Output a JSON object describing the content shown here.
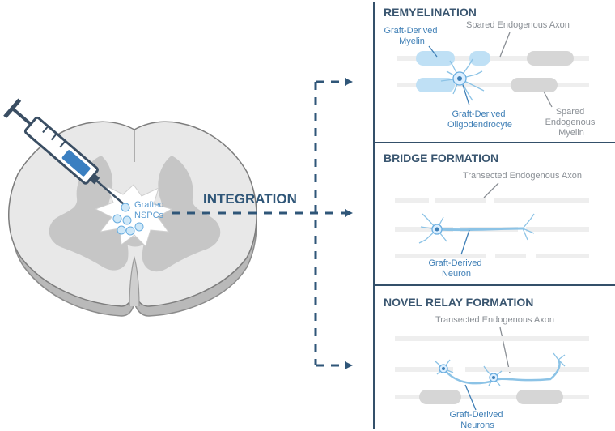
{
  "colors": {
    "title": "#3a5670",
    "arrow": "#2f5678",
    "graft_blue": "#3f7fb6",
    "cell_light_blue": "#bfe0f5",
    "grey_text": "#8a8f95",
    "cord_fill": "#e6e6e6",
    "cord_side": "#bdbdbd",
    "grey_matter": "#c6c6c6"
  },
  "left": {
    "grafted_label": [
      "Grafted",
      "NSPCs"
    ],
    "integration_label": "INTEGRATION"
  },
  "panels": [
    {
      "title": "REMYELINATION",
      "labels": {
        "graft_myelin": [
          "Graft-Derived",
          "Myelin"
        ],
        "spared_axon": "Spared Endogenous Axon",
        "oligodendrocyte": [
          "Graft-Derived",
          "Oligodendrocyte"
        ],
        "spared_myelin": [
          "Spared",
          "Endogenous",
          "Myelin"
        ]
      }
    },
    {
      "title": "BRIDGE FORMATION",
      "labels": {
        "transected_axon": "Transected Endogenous Axon",
        "graft_neuron": [
          "Graft-Derived",
          "Neuron"
        ]
      }
    },
    {
      "title": "NOVEL RELAY FORMATION",
      "labels": {
        "transected_axon": "Transected Endogenous Axon",
        "graft_neurons": [
          "Graft-Derived",
          "Neurons"
        ]
      }
    }
  ],
  "icons": [
    "syringe-icon",
    "spinal-cord-cross-section",
    "neuron-icon",
    "oligodendrocyte-icon"
  ]
}
